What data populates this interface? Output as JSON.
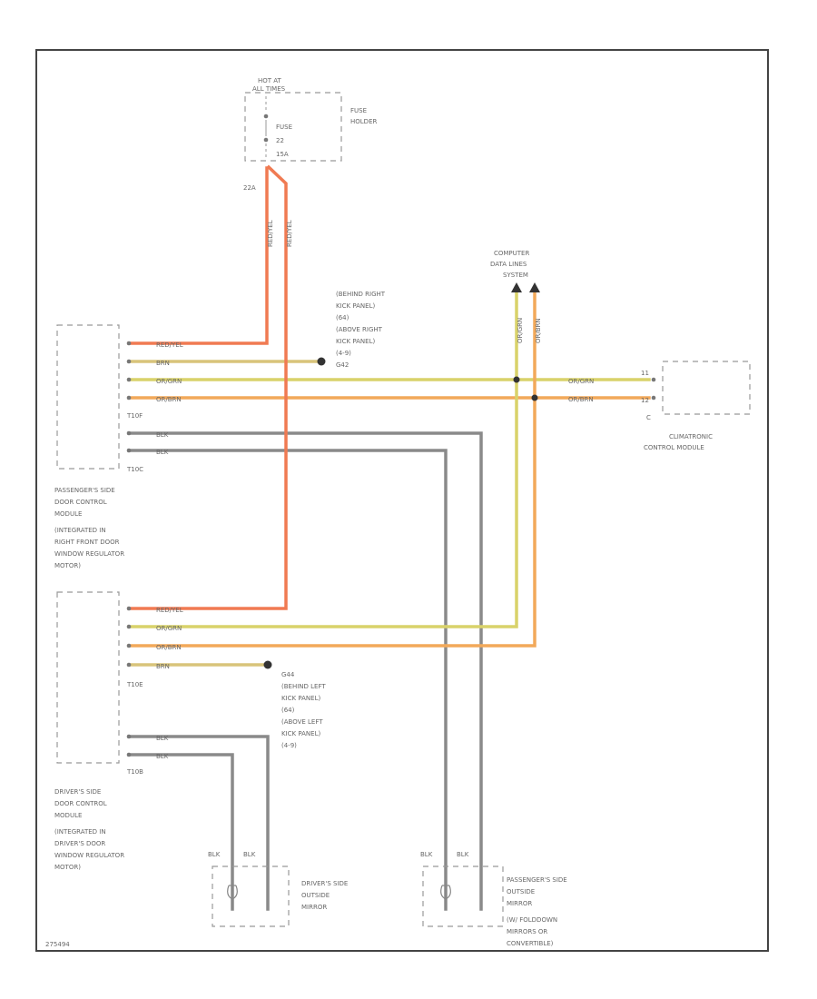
{
  "colors": {
    "red_yel": "#f07a52",
    "brn": "#d8c47a",
    "or_grn": "#d9d26a",
    "or_brn": "#f2a95a",
    "blk": "#8a8a8a",
    "frame": "#444444"
  },
  "fuse_holder": {
    "hot_at_label_1": "HOT AT",
    "hot_at_label_2": "ALL TIMES",
    "fuse_line_1": "FUSE",
    "fuse_line_2": "22",
    "fuse_line_3": "15A",
    "name_line_1": "FUSE",
    "name_line_2": "HOLDER",
    "pin_label": "22A"
  },
  "riser_wire_labels": [
    "RED/YEL",
    "RED/YEL"
  ],
  "data_bus": {
    "name_line_1": "COMPUTER",
    "name_line_2": "DATA LINES",
    "name_line_3": "SYSTEM",
    "wire_labels": [
      "OR/GRN",
      "OR/BRN"
    ]
  },
  "ground_right": {
    "line_1": "(BEHIND RIGHT",
    "line_2": "KICK PANEL)",
    "line_3": "(64)",
    "line_4": "(ABOVE RIGHT",
    "line_5": "KICK PANEL)",
    "line_6": "(4-9)",
    "line_7": "G42"
  },
  "passenger_module": {
    "connector_a": "T10F",
    "connector_b": "T10C",
    "wires": [
      "RED/YEL",
      "BRN",
      "OR/GRN",
      "OR/BRN",
      "BLK",
      "BLK"
    ],
    "name_line_1": "PASSENGER'S SIDE",
    "name_line_2": "DOOR CONTROL",
    "name_line_3": "MODULE",
    "name_line_4": "(INTEGRATED IN",
    "name_line_5": "RIGHT FRONT DOOR",
    "name_line_6": "WINDOW REGULATOR",
    "name_line_7": "MOTOR)"
  },
  "climatronic": {
    "wire_labels": [
      "OR/GRN",
      "OR/BRN"
    ],
    "pin_labels": [
      "11",
      "12"
    ],
    "connector": "C",
    "name_line_1": "CLIMATRONIC",
    "name_line_2": "CONTROL MODULE"
  },
  "driver_module": {
    "connector_a": "T10E",
    "connector_b": "T10B",
    "wires": [
      "RED/YEL",
      "OR/GRN",
      "OR/BRN",
      "BRN",
      "BLK",
      "BLK"
    ],
    "name_line_1": "DRIVER'S SIDE",
    "name_line_2": "DOOR CONTROL",
    "name_line_3": "MODULE",
    "name_line_4": "(INTEGRATED IN",
    "name_line_5": "DRIVER'S DOOR",
    "name_line_6": "WINDOW REGULATOR",
    "name_line_7": "MOTOR)"
  },
  "ground_left": {
    "line_1": "G44",
    "line_2": "(BEHIND LEFT",
    "line_3": "KICK PANEL)",
    "line_4": "(64)",
    "line_5": "(ABOVE LEFT",
    "line_6": "KICK PANEL)",
    "line_7": "(4-9)"
  },
  "driver_mirror": {
    "wire_labels": [
      "BLK",
      "BLK"
    ],
    "name_line_1": "DRIVER'S SIDE",
    "name_line_2": "OUTSIDE",
    "name_line_3": "MIRROR"
  },
  "passenger_mirror": {
    "wire_labels": [
      "BLK",
      "BLK"
    ],
    "name_line_1": "PASSENGER'S SIDE",
    "name_line_2": "OUTSIDE",
    "name_line_3": "MIRROR",
    "name_line_4": "(W/ FOLDDOWN",
    "name_line_5": "MIRRORS OR",
    "name_line_6": "CONVERTIBLE)"
  },
  "figure_id": "275494"
}
